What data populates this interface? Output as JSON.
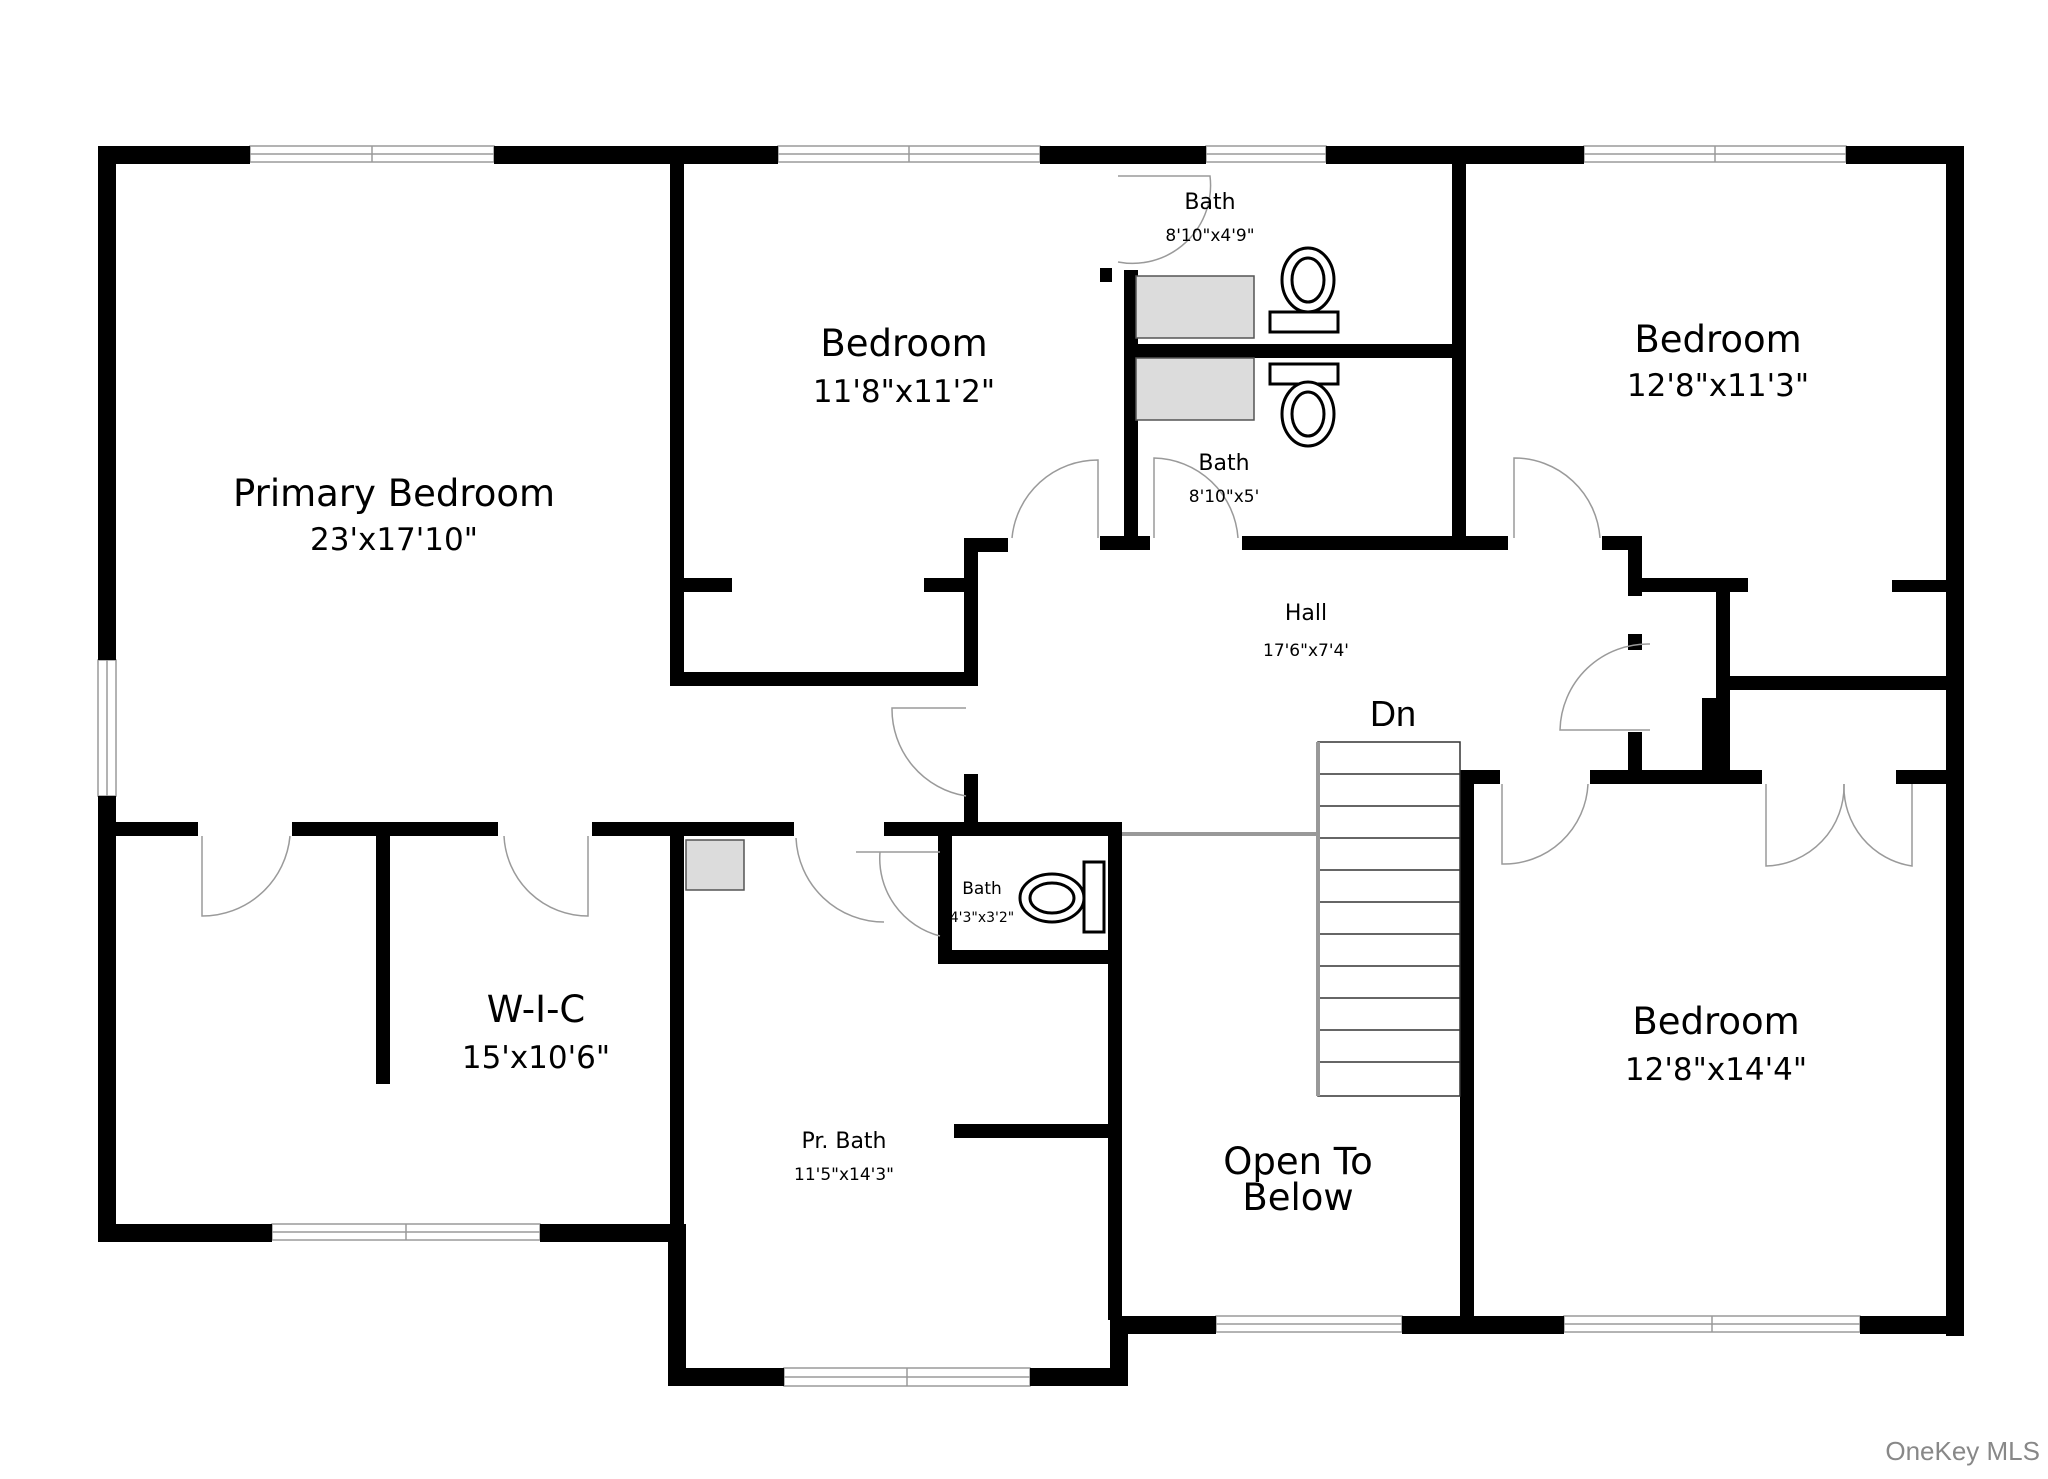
{
  "rooms": {
    "primary_bedroom": {
      "name": "Primary Bedroom",
      "dims": "23'x17'10\""
    },
    "bedroom_1": {
      "name": "Bedroom",
      "dims": "11'8\"x11'2\""
    },
    "bath_1": {
      "name": "Bath",
      "dims": "8'10\"x4'9\""
    },
    "bath_2": {
      "name": "Bath",
      "dims": "8'10\"x5'"
    },
    "bedroom_2": {
      "name": "Bedroom",
      "dims": "12'8\"x11'3\""
    },
    "hall": {
      "name": "Hall",
      "dims": "17'6\"x7'4'"
    },
    "stairs": {
      "label": "Dn"
    },
    "wic": {
      "name": "W-I-C",
      "dims": "15'x10'6\""
    },
    "bath_3": {
      "name": "Bath",
      "dims": "4'3\"x3'2\""
    },
    "pr_bath": {
      "name": "Pr. Bath",
      "dims": "11'5\"x14'3\""
    },
    "open_to_below": {
      "line1": "Open To",
      "line2": "Below"
    },
    "bedroom_3": {
      "name": "Bedroom",
      "dims": "12'8\"x14'4\""
    }
  },
  "watermark": "OneKey MLS",
  "colors": {
    "wall": "#000000",
    "window": "#9a9a9a",
    "fixture": "#dcdcdc"
  }
}
